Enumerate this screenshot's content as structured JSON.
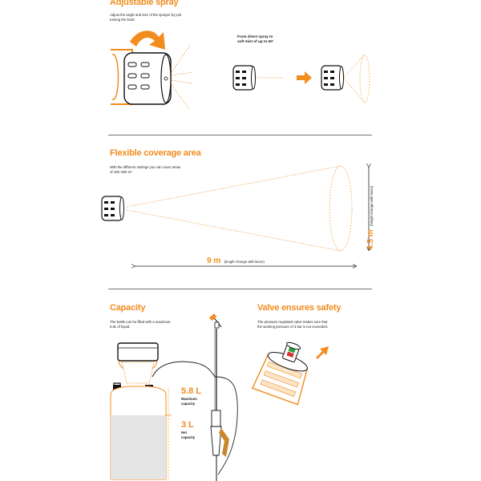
{
  "colors": {
    "accent": "#f28c1e",
    "line": "#222222",
    "bottle": "#e2e2e2"
  },
  "section_spray": {
    "title": "Adjustable spray",
    "desc_line1": "Adjust the angle and size of the sprayer by just",
    "desc_line2": "turning the knob",
    "note_line1": "From direct spray to",
    "note_line2": "soft mist of up to 60°"
  },
  "section_coverage": {
    "title": "Flexible coverage area",
    "desc_line1": "With the different settings you can cover areas",
    "desc_line2": "of 100–600 m²",
    "length_value": "9 m",
    "length_note": "(length change with lance)",
    "height_value": "4.5 m",
    "height_note": "(height change with lance)"
  },
  "section_capacity": {
    "title": "Capacity",
    "desc_line1": "The bottle can be filled with a maximum",
    "desc_line2": "5.8L of liquid.",
    "max_value": "5.8 L",
    "max_label_line1": "Maximum",
    "max_label_line2": "capacity",
    "net_value": "3 L",
    "net_label_line1": "Net",
    "net_label_line2": "capacity"
  },
  "section_valve": {
    "title": "Valve ensures safety",
    "desc_line1": "The pressure regulated valve makes sure that",
    "desc_line2": "the working pressure of 3 bar is not exceeded."
  },
  "icons": [
    "sprayer-nozzle-icon",
    "arrow-right-icon",
    "curved-arrow-icon",
    "spray-bottle-icon",
    "spray-lance-icon",
    "valve-icon",
    "arrow-up-right-icon"
  ]
}
